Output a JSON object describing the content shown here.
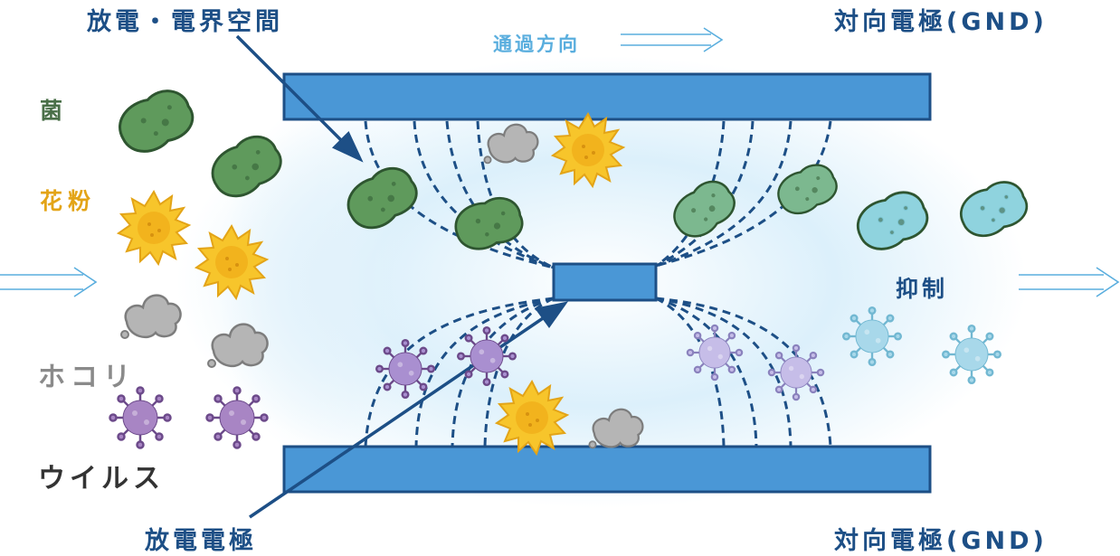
{
  "labels": {
    "discharge_space": "放電・電界空間",
    "ground_electrode_top": "対向電極(GND)",
    "ground_electrode_bottom": "対向電極(GND)",
    "discharge_electrode": "放電電極",
    "pass_direction": "通過方向",
    "suppression": "抑制"
  },
  "legend": {
    "bacteria": "菌",
    "pollen": "花粉",
    "dust": "ホコリ",
    "virus": "ウイルス"
  },
  "colors": {
    "electrode_blue": "#4a97d6",
    "electrode_outline": "#1d4f86",
    "field_line": "#1d4f86",
    "arrow_light": "#5aaede",
    "bacteria_green": "#5f9a5c",
    "bacteria_dark": "#335f38",
    "bacteria_treated": "#7cb88f",
    "bacteria_suppressed": "#8fd3de",
    "pollen_yellow": "#f7c52b",
    "dust_gray": "#b5b5b5",
    "virus_purple": "#a885c4",
    "virus_suppressed": "#a8d8ea",
    "glow": "#d7ecf9"
  },
  "icons": [
    "arrow-right-icon",
    "bacteria-icon",
    "pollen-icon",
    "dust-icon",
    "virus-icon"
  ]
}
